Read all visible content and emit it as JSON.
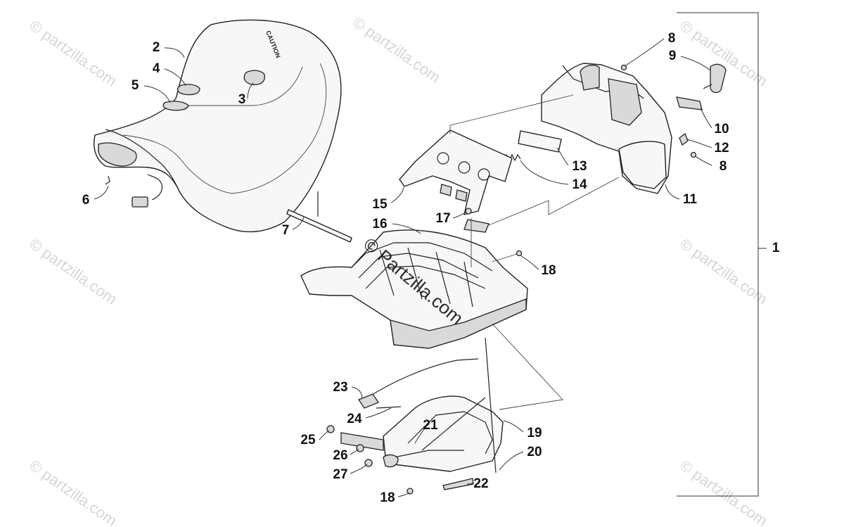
{
  "watermark": {
    "text": "© partzilla.com",
    "center_text": "© Partzilla.com"
  },
  "caution_label": "CAUTION",
  "callouts": [
    {
      "id": "c1",
      "label": "1"
    },
    {
      "id": "c2",
      "label": "2"
    },
    {
      "id": "c3",
      "label": "3"
    },
    {
      "id": "c4",
      "label": "4"
    },
    {
      "id": "c5",
      "label": "5"
    },
    {
      "id": "c6",
      "label": "6"
    },
    {
      "id": "c7",
      "label": "7"
    },
    {
      "id": "c8a",
      "label": "8"
    },
    {
      "id": "c8b",
      "label": "8"
    },
    {
      "id": "c9",
      "label": "9"
    },
    {
      "id": "c10",
      "label": "10"
    },
    {
      "id": "c11",
      "label": "11"
    },
    {
      "id": "c12",
      "label": "12"
    },
    {
      "id": "c13",
      "label": "13"
    },
    {
      "id": "c14",
      "label": "14"
    },
    {
      "id": "c15",
      "label": "15"
    },
    {
      "id": "c16",
      "label": "16"
    },
    {
      "id": "c17",
      "label": "17"
    },
    {
      "id": "c18a",
      "label": "18"
    },
    {
      "id": "c18b",
      "label": "18"
    },
    {
      "id": "c19",
      "label": "19"
    },
    {
      "id": "c20",
      "label": "20"
    },
    {
      "id": "c21",
      "label": "21"
    },
    {
      "id": "c22",
      "label": "22"
    },
    {
      "id": "c23",
      "label": "23"
    },
    {
      "id": "c24",
      "label": "24"
    },
    {
      "id": "c25",
      "label": "25"
    },
    {
      "id": "c26",
      "label": "26"
    },
    {
      "id": "c27",
      "label": "27"
    }
  ]
}
